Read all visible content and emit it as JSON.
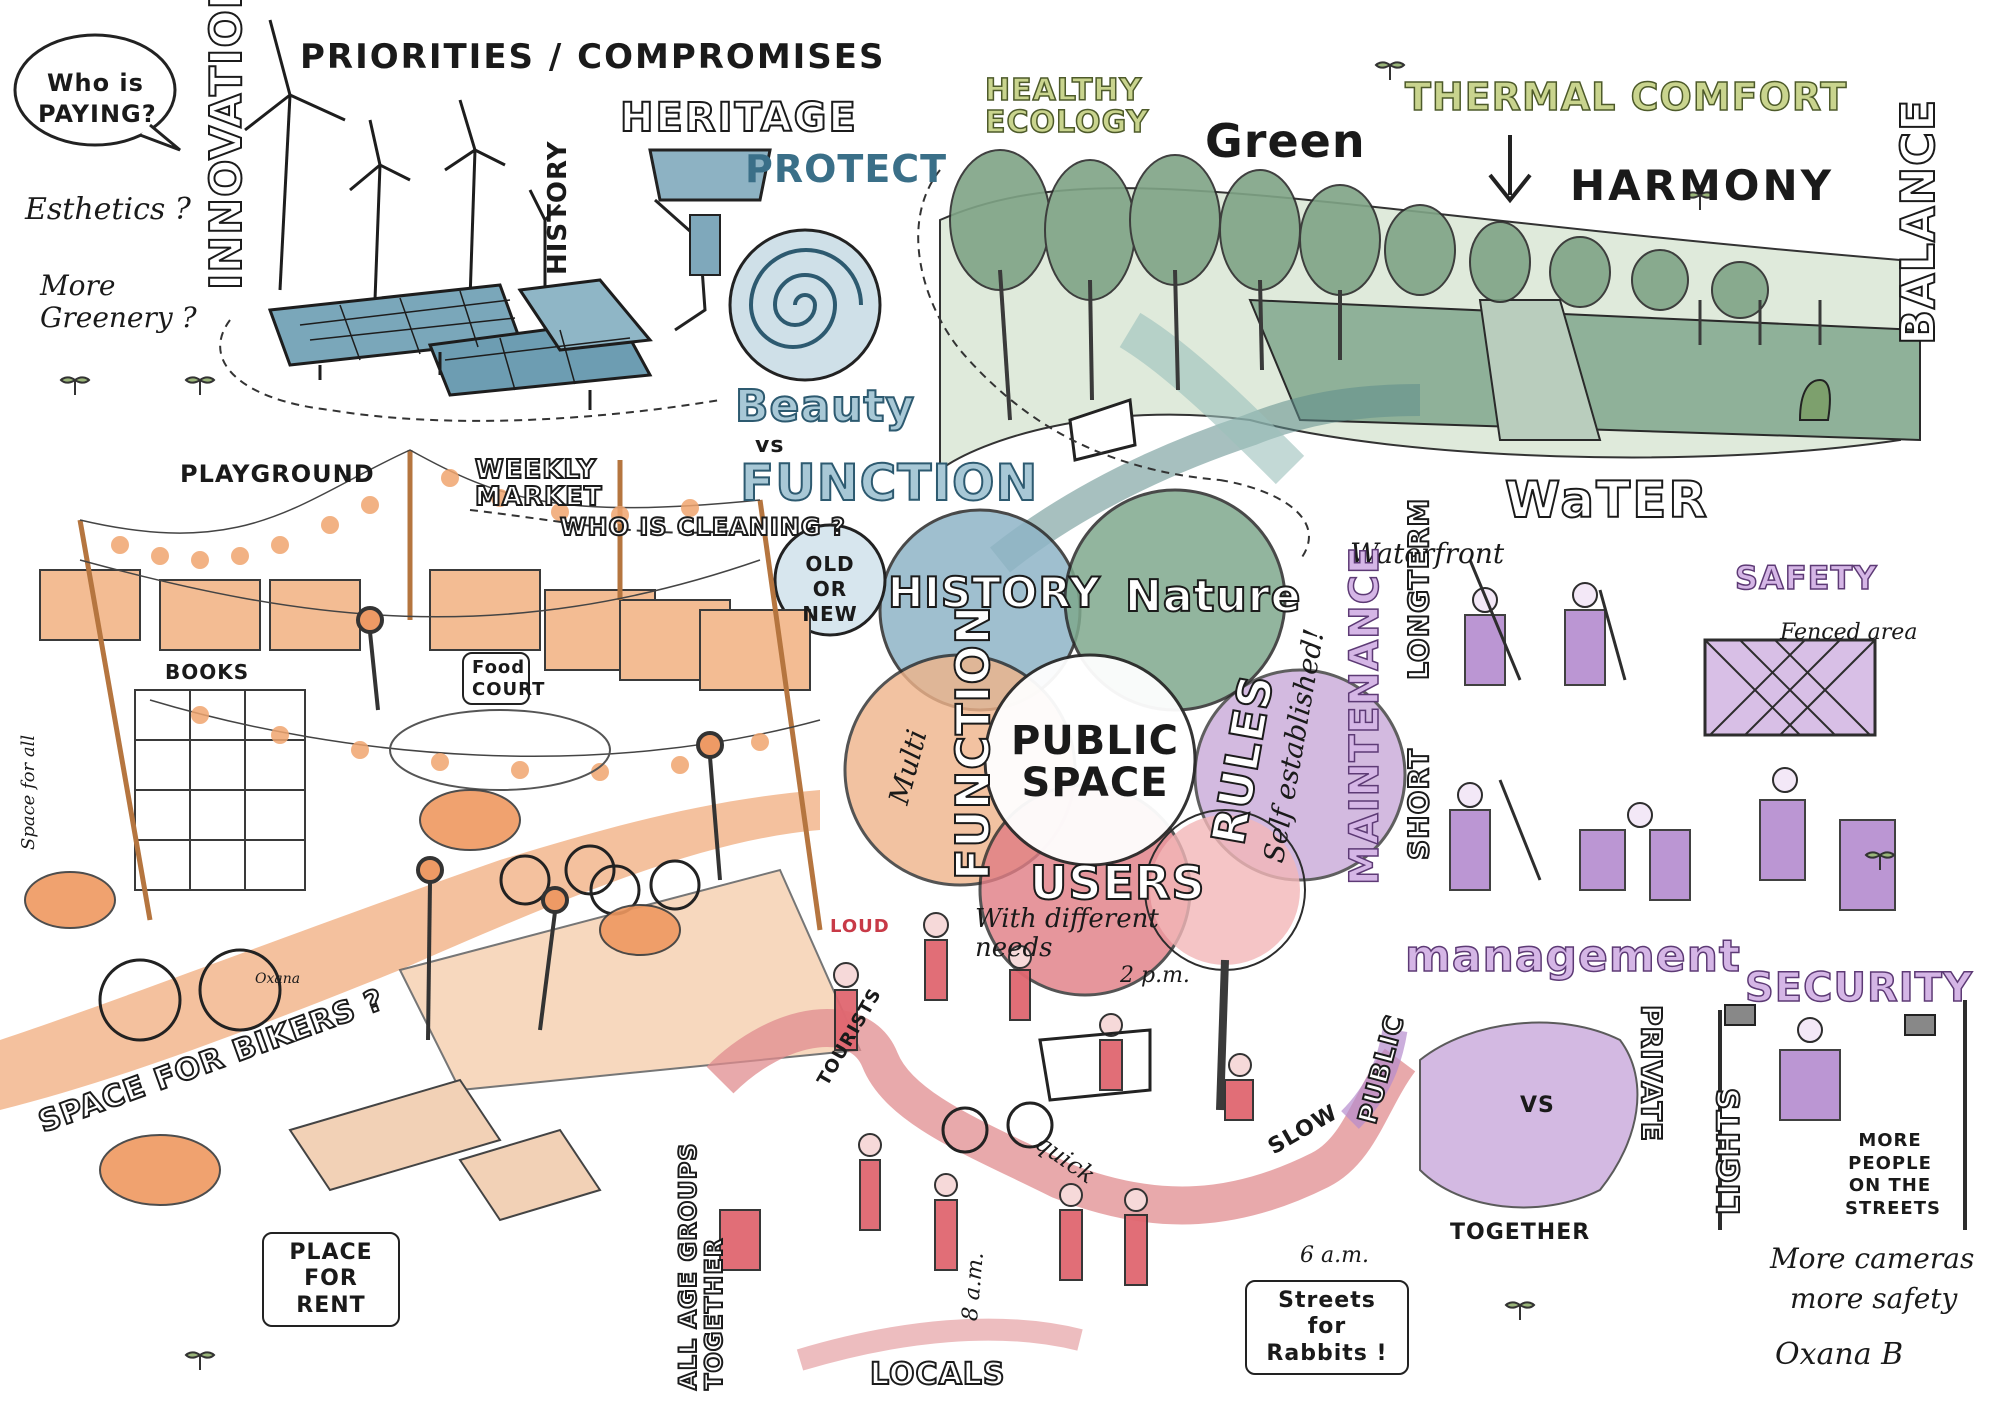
{
  "top_left": {
    "who_paying": "Who is PAYING?",
    "esthetics": "Esthetics ?",
    "more_greenery": "More Greenery ?",
    "innovation": "INNOVATION",
    "priorities": "PRIORITIES / COMPROMISES",
    "history_small": "HISTORY"
  },
  "heritage": {
    "heritage": "HERITAGE",
    "protect": "PROTECT",
    "beauty": "Beauty",
    "vs": "vs",
    "function": "FUNCTION"
  },
  "landscape": {
    "healthy_ecology": "HEALTHY ECOLOGY",
    "green": "Green",
    "thermal_comfort": "THERMAL COMFORT",
    "harmony": "HARMONY",
    "balance": "BALANCE",
    "water": "WaTER",
    "waterfront": "Waterfront"
  },
  "venn": {
    "old_or_new": "OLD OR NEW",
    "history": "HISTORY",
    "nature": "Nature",
    "function": "FUNCTION",
    "multi": "Multi",
    "public_space": "PUBLIC SPACE",
    "rules": "RULES",
    "self_established": "Self established!",
    "users": "USERS",
    "users_note": "With different needs"
  },
  "market": {
    "playground": "PLAYGROUND",
    "weekly_market": "WEEKLY MARKET",
    "who_cleaning": "WHO IS CLEANING ?",
    "books": "BOOKS",
    "food_court": "Food COURT",
    "space_for_all": "Space for all",
    "space_for_bikers": "SPACE FOR BIKERS ?",
    "place_for_rent": "PLACE FOR RENT",
    "oxana_small": "Oxana"
  },
  "people": {
    "loud": "LOUD",
    "two_pm": "2 p.m.",
    "tourists": "TOURISTS",
    "quick": "quick",
    "slow": "SLOW",
    "all_age_groups": "ALL AGE GROUPS TOGETHER",
    "eight_am": "8 a.m.",
    "locals": "LOCALS",
    "six_am": "6 a.m.",
    "streets_rabbits": "Streets for Rabbits !"
  },
  "right": {
    "maintenance": "MAINTENANCE",
    "longterm": "LONGTERM",
    "short": "SHORT",
    "safety": "SAFETY",
    "fenced_area": "Fenced area",
    "management": "management",
    "security": "SECURITY",
    "public": "PUBLIC",
    "vs": "VS",
    "private": "PRIVATE",
    "together": "TOGETHER",
    "lights": "LIGHTS",
    "more_people": "MORE PEOPLE ON THE STREETS",
    "more_cameras": "More cameras",
    "more_safety": "more safety",
    "signature": "Oxana B"
  },
  "colors": {
    "orange": "#e8925a",
    "blue": "#6e9fb4",
    "green": "#6f9a74",
    "red": "#d0505a",
    "purple": "#a675c2",
    "olive": "#8a9a55"
  }
}
